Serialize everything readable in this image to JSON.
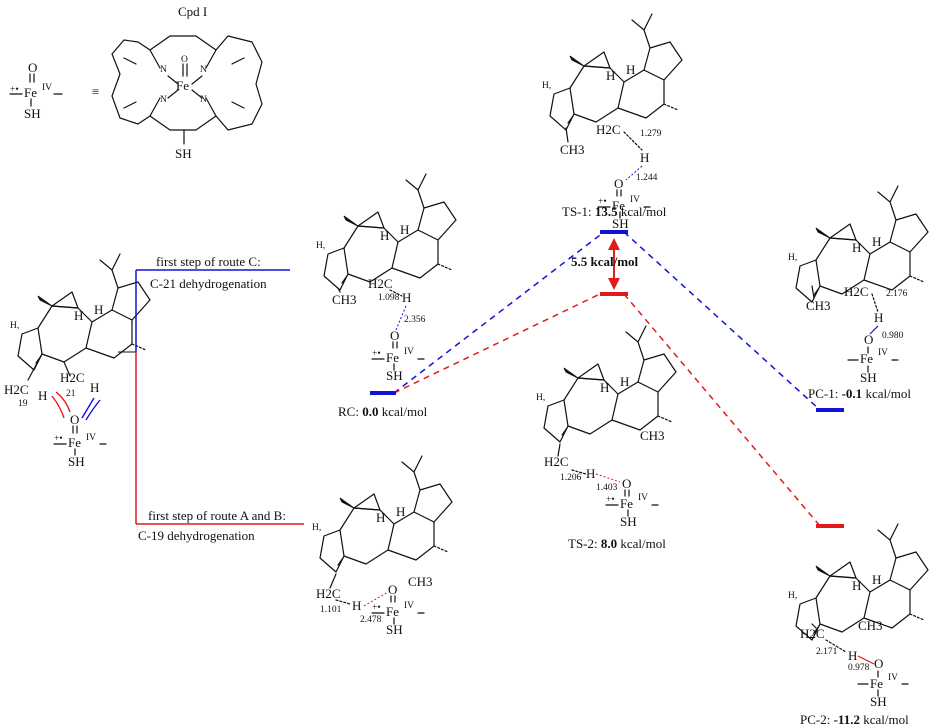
{
  "colors": {
    "route_c": "#1212d6",
    "route_ab": "#e11b1b",
    "ink": "#111111",
    "small_blue_label": "#1a35c8"
  },
  "header": {
    "cpd_label": "Cpd I",
    "iron_label": "Fe",
    "iron_oxidation": "IV",
    "oxo_label": "O",
    "sh_label": "SH",
    "radical_cation_mark": "+•",
    "nitrogen_label": "N",
    "equiv_symbol": "≡"
  },
  "substrate": {
    "h_label": "H",
    "ch2_label": "H2C",
    "c19_number": "19",
    "c21_number": "21"
  },
  "routes": {
    "route_c_title": "first step of route C:",
    "route_c_sub": "C-21 dehydrogenation",
    "route_ab_title": "first step of route A and B:",
    "route_ab_sub": "C-19 dehydrogenation"
  },
  "states": {
    "rc": {
      "name": "RC:",
      "energy": "0.0",
      "unit": "kcal/mol",
      "d1": "1.098",
      "d2": "2.356"
    },
    "rc19": {
      "d1": "1.101",
      "d2": "2.478"
    },
    "ts1": {
      "name": "TS-1:",
      "energy": "13.5",
      "unit": "kcal/mol",
      "d1": "1.279",
      "d2": "1.244"
    },
    "ts2": {
      "name": "TS-2:",
      "energy": "8.0",
      "unit": "kcal/mol",
      "d1": "1.206",
      "d2": "1.403"
    },
    "pc1": {
      "name": "PC-1:",
      "energy": "-0.1",
      "unit": "kcal/mol",
      "d1": "2.176",
      "d2": "0.980"
    },
    "pc2": {
      "name": "PC-2:",
      "energy": "-11.2",
      "unit": "kcal/mol",
      "d1": "2.171",
      "d2": "0.978"
    }
  },
  "barrier_difference": "5.5 kcal/mol",
  "ch3_label": "CH3"
}
